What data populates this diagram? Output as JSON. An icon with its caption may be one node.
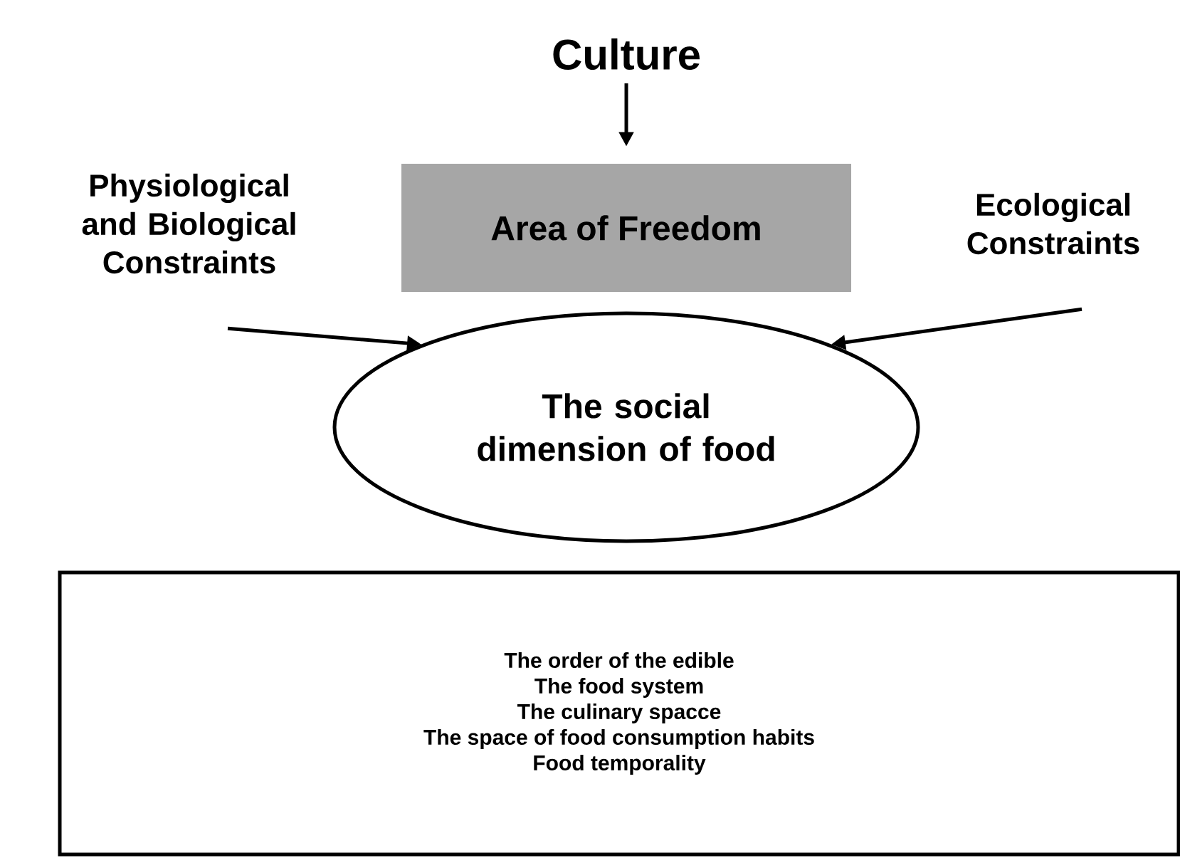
{
  "diagram": {
    "nodes": [
      {
        "text": [
          "Culture"
        ]
      },
      {
        "text": [
          "Area of Freedom"
        ]
      },
      {
        "text": [
          "Physiological and Biological Constraints"
        ]
      },
      {
        "text": [
          "Ecological Constraints"
        ]
      },
      {
        "text": [
          "The social dimension of food"
        ]
      },
      {
        "text": [
          "The order of the edible",
          "The food system",
          "The culinary spacce",
          "The space of food consumption habits",
          "Food temporality"
        ]
      }
    ],
    "edges": [
      {
        "from": 0,
        "to": 1,
        "arrow": "to"
      },
      {
        "from": 2,
        "to": 4,
        "arrow": "to"
      },
      {
        "from": 3,
        "to": 4,
        "arrow": "to"
      }
    ]
  }
}
